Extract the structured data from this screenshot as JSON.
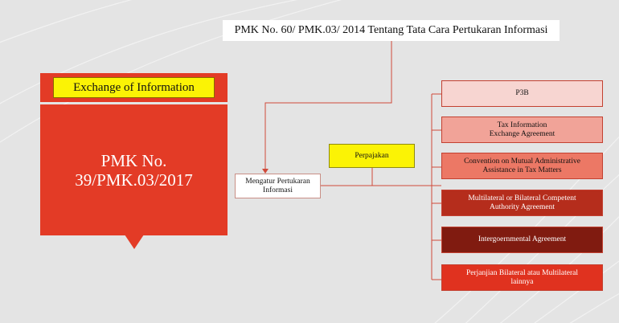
{
  "top_label": "PMK No. 60/ PMK.03/ 2014 Tentang Tata Cara Pertukaran Informasi",
  "callout": {
    "heading": "Exchange of Information",
    "body_line1": "PMK No.",
    "body_line2": "39/PMK.03/2017"
  },
  "node_main": {
    "line1": "Mengatur Pertukaran",
    "line2": "Informasi"
  },
  "node_perpajakan": "Perpajakan",
  "items": [
    {
      "line1": "P3B",
      "line2": "",
      "fill": "#f7d5d1",
      "text_color": "#111111"
    },
    {
      "line1": "Tax Information",
      "line2": "Exchange Agreement",
      "fill": "#f1a398",
      "text_color": "#111111"
    },
    {
      "line1": "Convention on Mutual Administrative",
      "line2": "Assistance in Tax Matters",
      "fill": "#ec7865",
      "text_color": "#111111"
    },
    {
      "line1": "Multilateral or Bilateral Competent",
      "line2": "Authority Agreement",
      "fill": "#b52d1c",
      "text_color": "#ffffff"
    },
    {
      "line1": "Intergoernmental Agreement",
      "line2": "",
      "fill": "#801b10",
      "text_color": "#ffffff"
    },
    {
      "line1": "Perjanjian Bilateral atau Multilateral",
      "line2": "lainnya",
      "fill": "#e0321f",
      "text_color": "#ffffff"
    }
  ],
  "colors": {
    "accent_red": "#e33b26",
    "highlight_yellow": "#fbf305",
    "connector": "#d04a3a"
  }
}
